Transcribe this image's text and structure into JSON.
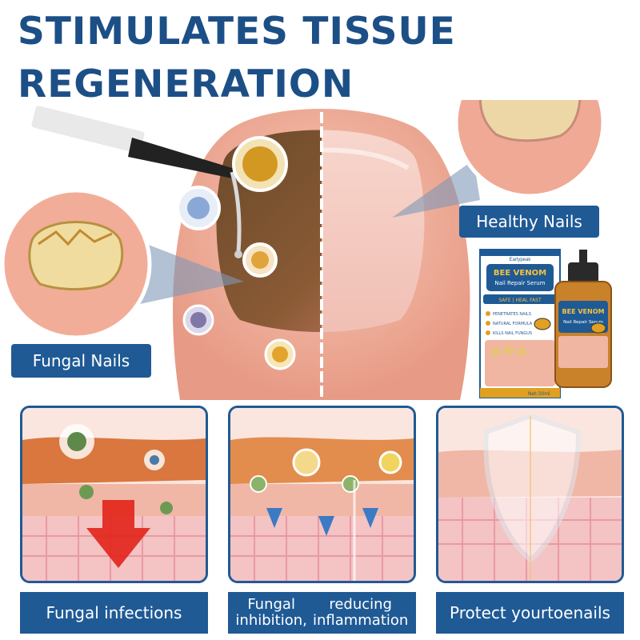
{
  "headline": {
    "line1": "STIMULATES TISSUE",
    "line2": "REGENERATION"
  },
  "labels": {
    "healthy": "Healthy Nails",
    "fungal": "Fungal Nails"
  },
  "product": {
    "brand": "Earlypeak",
    "box_title": "BEE VENOM",
    "box_subtitle": "Nail Repair Serum",
    "badge": "SAFE | HEAL FAST",
    "features": [
      "PENETRATES NAILS",
      "NATURAL FORMULA",
      "KILLS NAIL FUNGUS"
    ],
    "bottle_title": "BEE VENOM",
    "bottle_subtitle": "Nail Repair Serum",
    "volume": "Net:30ml"
  },
  "captions": [
    {
      "lines": [
        "Fungal infections"
      ]
    },
    {
      "lines": [
        "Fungal inhibition,",
        "reducing inflammation"
      ]
    },
    {
      "lines": [
        "Protect your",
        "toenails"
      ]
    }
  ],
  "colors": {
    "brand_blue": "#1f5a95",
    "headline_blue": "#1c4f86",
    "skin": "#f3b9a5",
    "honey": "#e0a021"
  }
}
